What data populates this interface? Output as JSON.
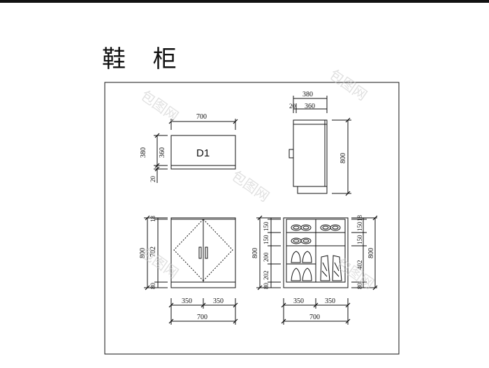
{
  "title": "鞋 柜",
  "label_d1": "D1",
  "watermark": "包图网",
  "dims": {
    "top_width": "700",
    "top_depth": "380",
    "top_inner": "360",
    "top_edge": "20",
    "side_width": "380",
    "side_edge": "20",
    "side_inner": "360",
    "side_height": "800",
    "front_height": "800",
    "front_top": "18",
    "front_door": "702",
    "front_base": "80",
    "front_left": "350",
    "front_right": "350",
    "front_total": "700",
    "int_height": "800",
    "int_r1": "150",
    "int_r2": "150",
    "int_r3": "200",
    "int_r4": "202",
    "int_base": "80",
    "int_top": "18",
    "int_right_r1": "150",
    "int_right_r2": "150",
    "int_right_r3": "402",
    "int_right_base": "80",
    "int_right_total": "800",
    "int_left": "350",
    "int_right": "350",
    "int_total": "700"
  }
}
